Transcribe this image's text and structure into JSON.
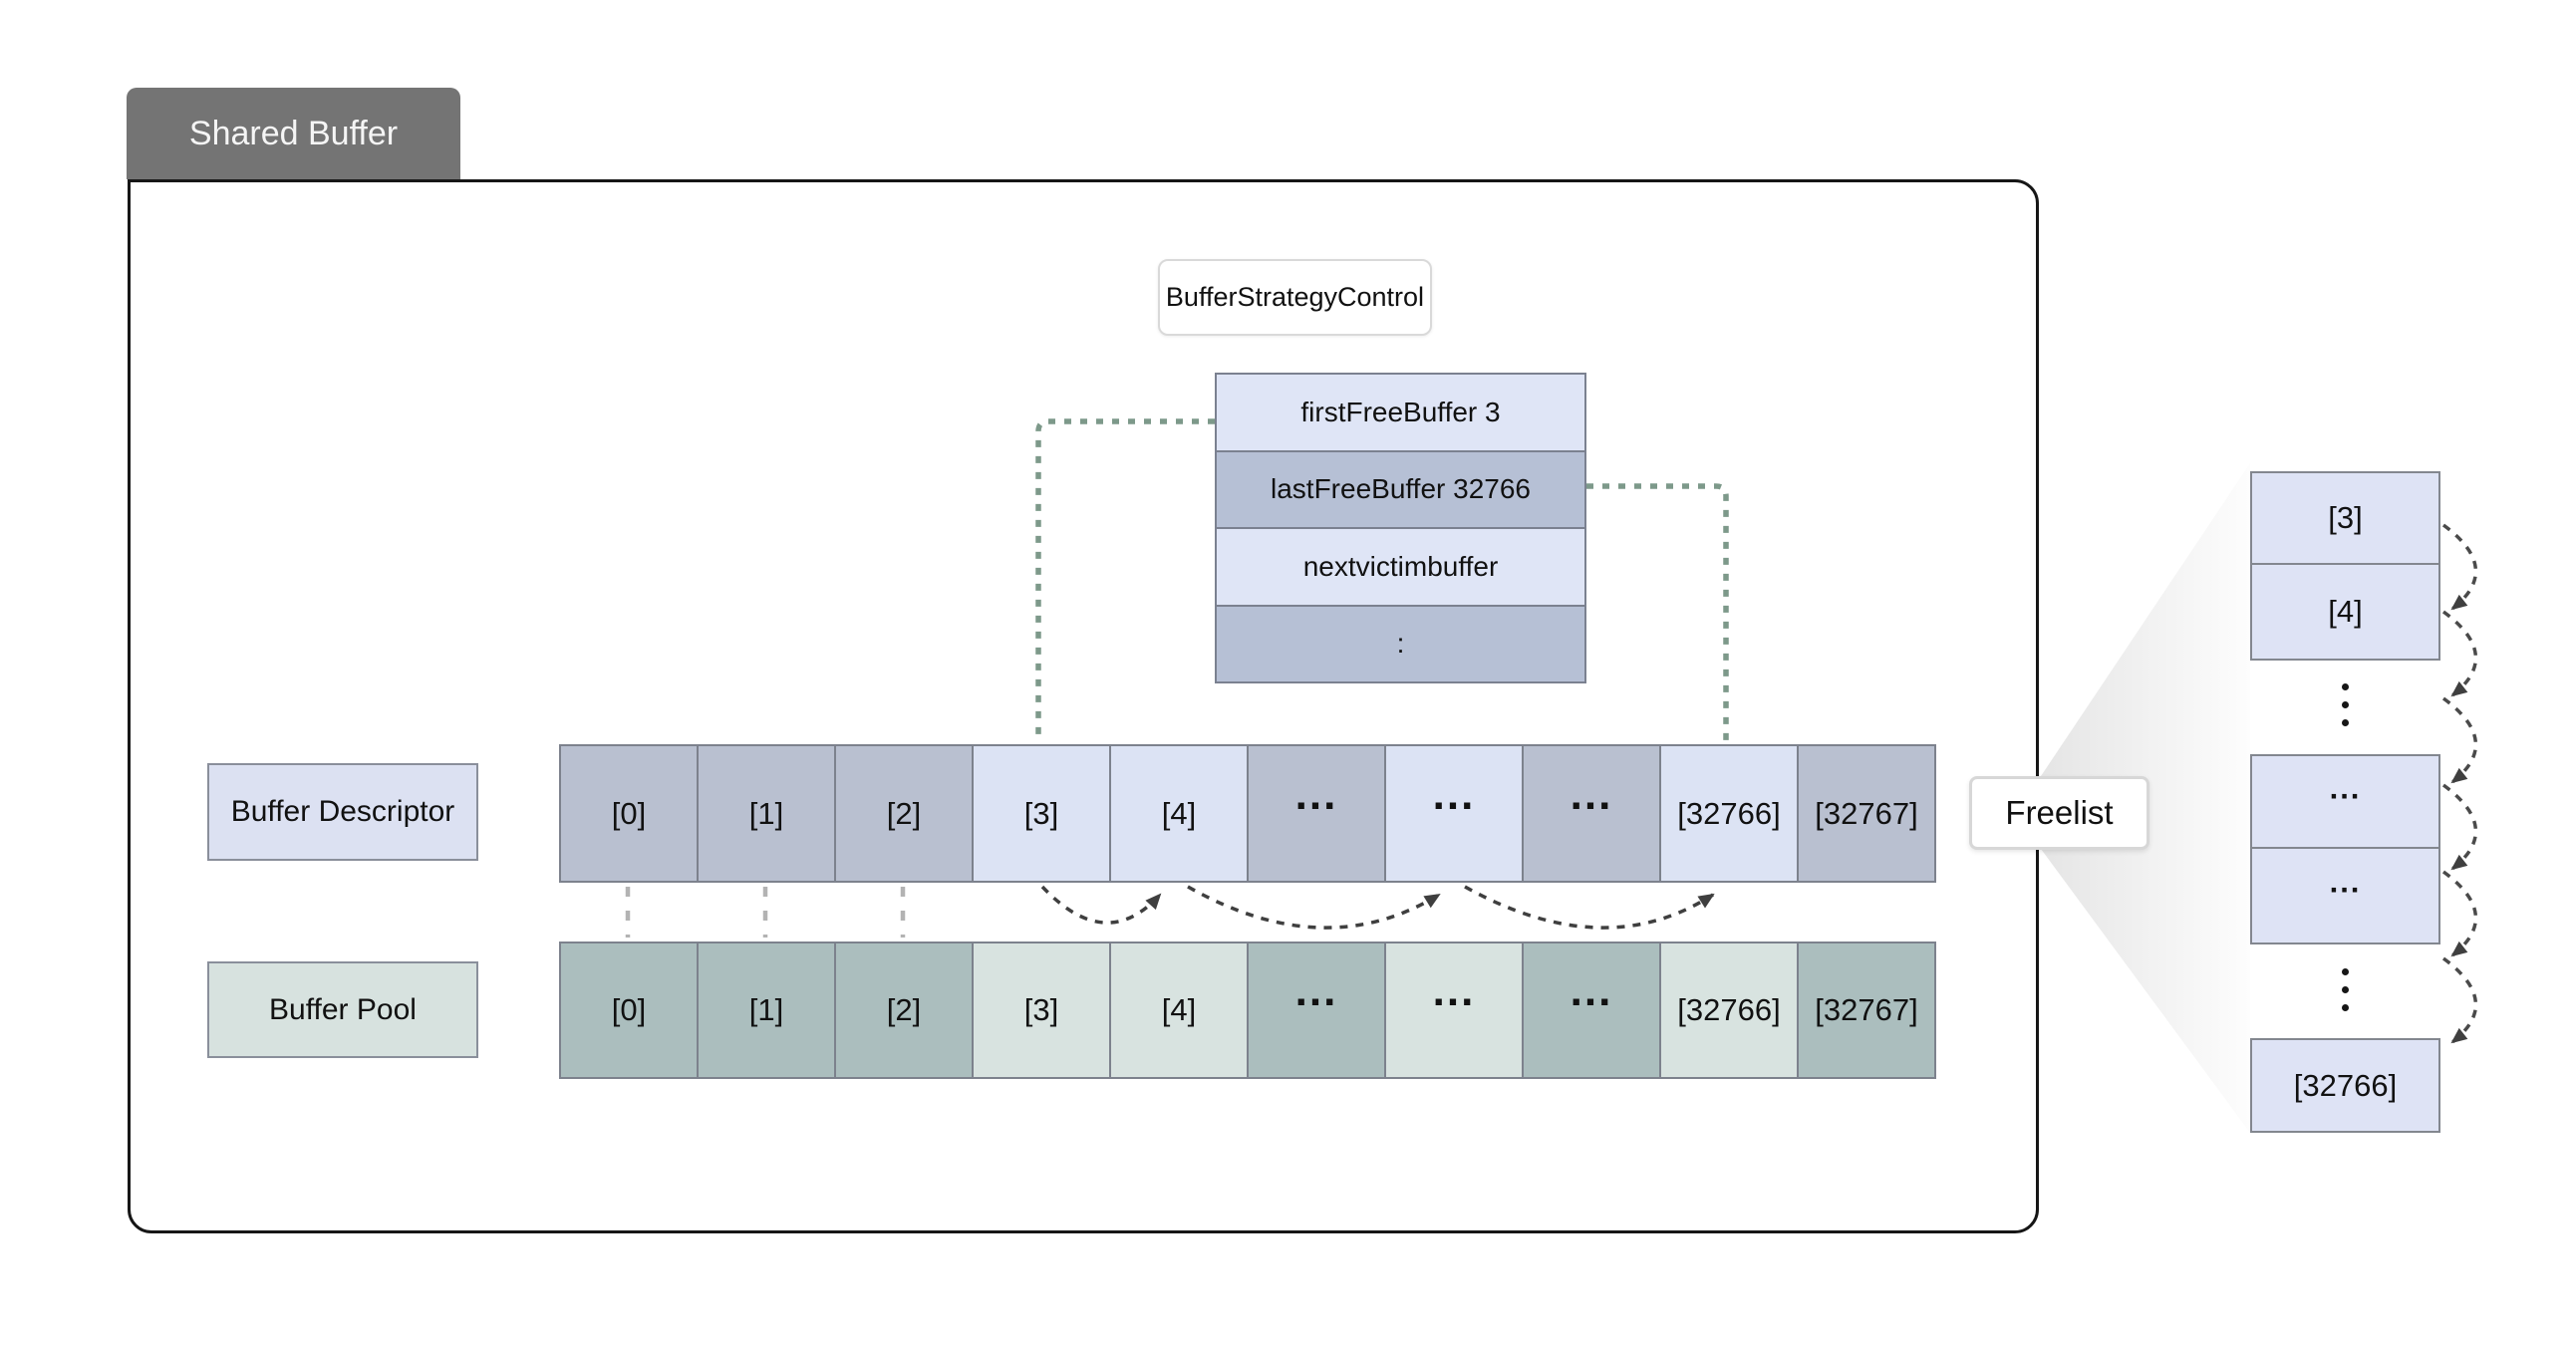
{
  "tab": {
    "label": "Shared Buffer"
  },
  "strategy": {
    "title": "BufferStrategyControl",
    "rows": [
      {
        "label": "firstFreeBuffer 3"
      },
      {
        "label": "lastFreeBuffer 32766"
      },
      {
        "label": "nextvictimbuffer"
      },
      {
        "label": ":"
      }
    ]
  },
  "descriptor": {
    "label": "Buffer Descriptor",
    "cells": [
      {
        "label": "[0]"
      },
      {
        "label": "[1]"
      },
      {
        "label": "[2]"
      },
      {
        "label": "[3]"
      },
      {
        "label": "[4]"
      },
      {
        "label": "..."
      },
      {
        "label": "..."
      },
      {
        "label": "..."
      },
      {
        "label": "[32766]"
      },
      {
        "label": "[32767]"
      }
    ]
  },
  "pool": {
    "label": "Buffer Pool",
    "cells": [
      {
        "label": "[0]"
      },
      {
        "label": "[1]"
      },
      {
        "label": "[2]"
      },
      {
        "label": "[3]"
      },
      {
        "label": "[4]"
      },
      {
        "label": "..."
      },
      {
        "label": "..."
      },
      {
        "label": "..."
      },
      {
        "label": "[32766]"
      },
      {
        "label": "[32767]"
      }
    ]
  },
  "freelist": {
    "label": "Freelist",
    "column": [
      {
        "type": "cell",
        "label": "[3]"
      },
      {
        "type": "cell",
        "label": "[4]"
      },
      {
        "type": "gap",
        "label": "⋮"
      },
      {
        "type": "cell",
        "label": "..."
      },
      {
        "type": "cell",
        "label": "..."
      },
      {
        "type": "gap",
        "label": "⋮"
      },
      {
        "type": "cell",
        "label": "[32766]"
      }
    ]
  },
  "colors": {
    "tab_bg": "#747474",
    "frame_border": "#161616",
    "strategy_light": "#dfe5f6",
    "strategy_dark": "#b6c0d5",
    "descriptor_dark": "#b9c0d0",
    "descriptor_light": "#dce3f4",
    "pool_dark": "#abbebe",
    "pool_light": "#d8e3e0",
    "descriptor_label_bg": "#dce1f2",
    "pool_label_bg": "#d7e2df",
    "freelist_cell_bg": "#dee3f5",
    "pointer_green": "#7d998a",
    "arrow_dark": "#3f3f3f",
    "link_gray": "#b3b3b3"
  }
}
